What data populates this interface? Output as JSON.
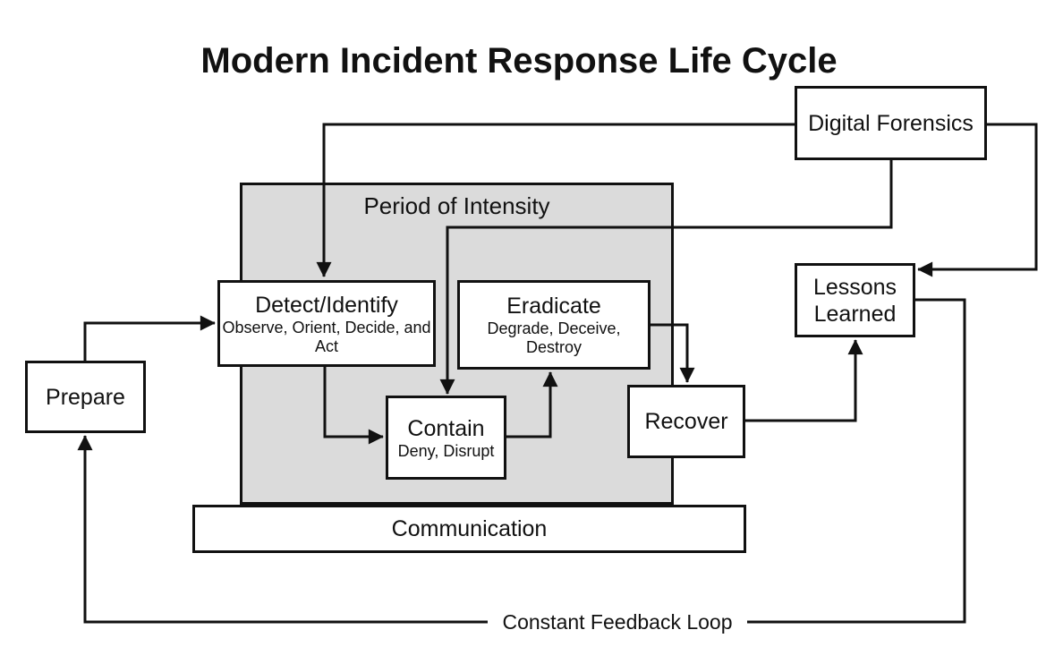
{
  "title": "Modern Incident Response Life Cycle",
  "region": {
    "label": "Period of Intensity"
  },
  "nodes": {
    "prepare": {
      "label": "Prepare"
    },
    "detect_identify": {
      "label": "Detect/Identify",
      "sublabel": "Observe, Orient, Decide, and Act"
    },
    "eradicate": {
      "label": "Eradicate",
      "sublabel": "Degrade, Deceive, Destroy"
    },
    "contain": {
      "label": "Contain",
      "sublabel": "Deny, Disrupt"
    },
    "recover": {
      "label": "Recover"
    },
    "digital_forensics": {
      "label": "Digital Forensics"
    },
    "lessons_learned": {
      "label": "Lessons Learned"
    },
    "communication": {
      "label": "Communication"
    }
  },
  "annotations": {
    "feedback_loop_label": "Constant Feedback Loop"
  },
  "edges": [
    {
      "from": "digital_forensics",
      "to": "detect_identify"
    },
    {
      "from": "digital_forensics",
      "to": "contain"
    },
    {
      "from": "digital_forensics",
      "to": "lessons_learned"
    },
    {
      "from": "prepare",
      "to": "detect_identify"
    },
    {
      "from": "detect_identify",
      "to": "contain"
    },
    {
      "from": "contain",
      "to": "eradicate"
    },
    {
      "from": "eradicate",
      "to": "recover"
    },
    {
      "from": "recover",
      "to": "lessons_learned"
    },
    {
      "from": "lessons_learned",
      "to": "prepare",
      "label": "Constant Feedback Loop"
    }
  ],
  "colors": {
    "stroke": "#111111",
    "region_fill": "#dbdbdb",
    "node_fill": "#ffffff",
    "background": "#ffffff"
  }
}
